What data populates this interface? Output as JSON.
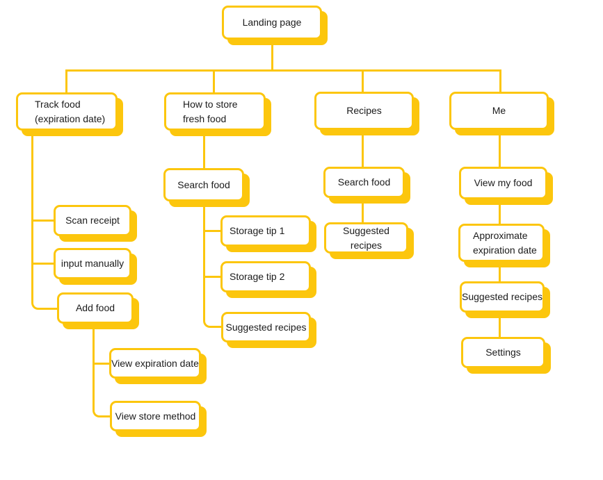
{
  "colors": {
    "accent_yellow": "#FCC60D",
    "node_background": "#FFFFFF",
    "text": "#1B1B1B",
    "page_background": "#FFFFFF"
  },
  "nodes": {
    "landing": "Landing page",
    "track_food": "Track food\n(expiration date)",
    "scan_receipt": "Scan receipt",
    "input_manually": "input manually",
    "add_food": "Add food",
    "view_expiration_date": "View expiration date",
    "view_store_method": "View store method",
    "how_to_store": "How to store\nfresh food",
    "search_food_store": "Search food",
    "storage_tip_1": "Storage tip 1",
    "storage_tip_2": "Storage tip 2",
    "suggested_recipes_store": "Suggested recipes",
    "recipes": "Recipes",
    "search_food_recipes": "Search food",
    "suggested_recipes_recipes": "Suggested recipes",
    "me": "Me",
    "view_my_food": "View my food",
    "approx_expiration": "Approximate\nexpiration date",
    "suggested_recipes_me": "Suggested recipes",
    "settings": "Settings"
  },
  "hierarchy": {
    "Landing page": [
      "Track food (expiration date)",
      "How to store fresh food",
      "Recipes",
      "Me"
    ],
    "Track food (expiration date)": [
      "Scan receipt",
      "input manually",
      "Add food"
    ],
    "Add food": [
      "View expiration date",
      "View store method"
    ],
    "How to store fresh food": [
      "Search food"
    ],
    "Search food (under How to store fresh food)": [
      "Storage tip 1",
      "Storage tip 2",
      "Suggested recipes"
    ],
    "Recipes": [
      "Search food"
    ],
    "Search food (under Recipes)": [
      "Suggested recipes"
    ],
    "Me": [
      "View my food"
    ],
    "View my food": [
      "Approximate expiration date"
    ],
    "Approximate expiration date": [
      "Suggested recipes"
    ],
    "Suggested recipes (under Me)": [
      "Settings"
    ]
  }
}
